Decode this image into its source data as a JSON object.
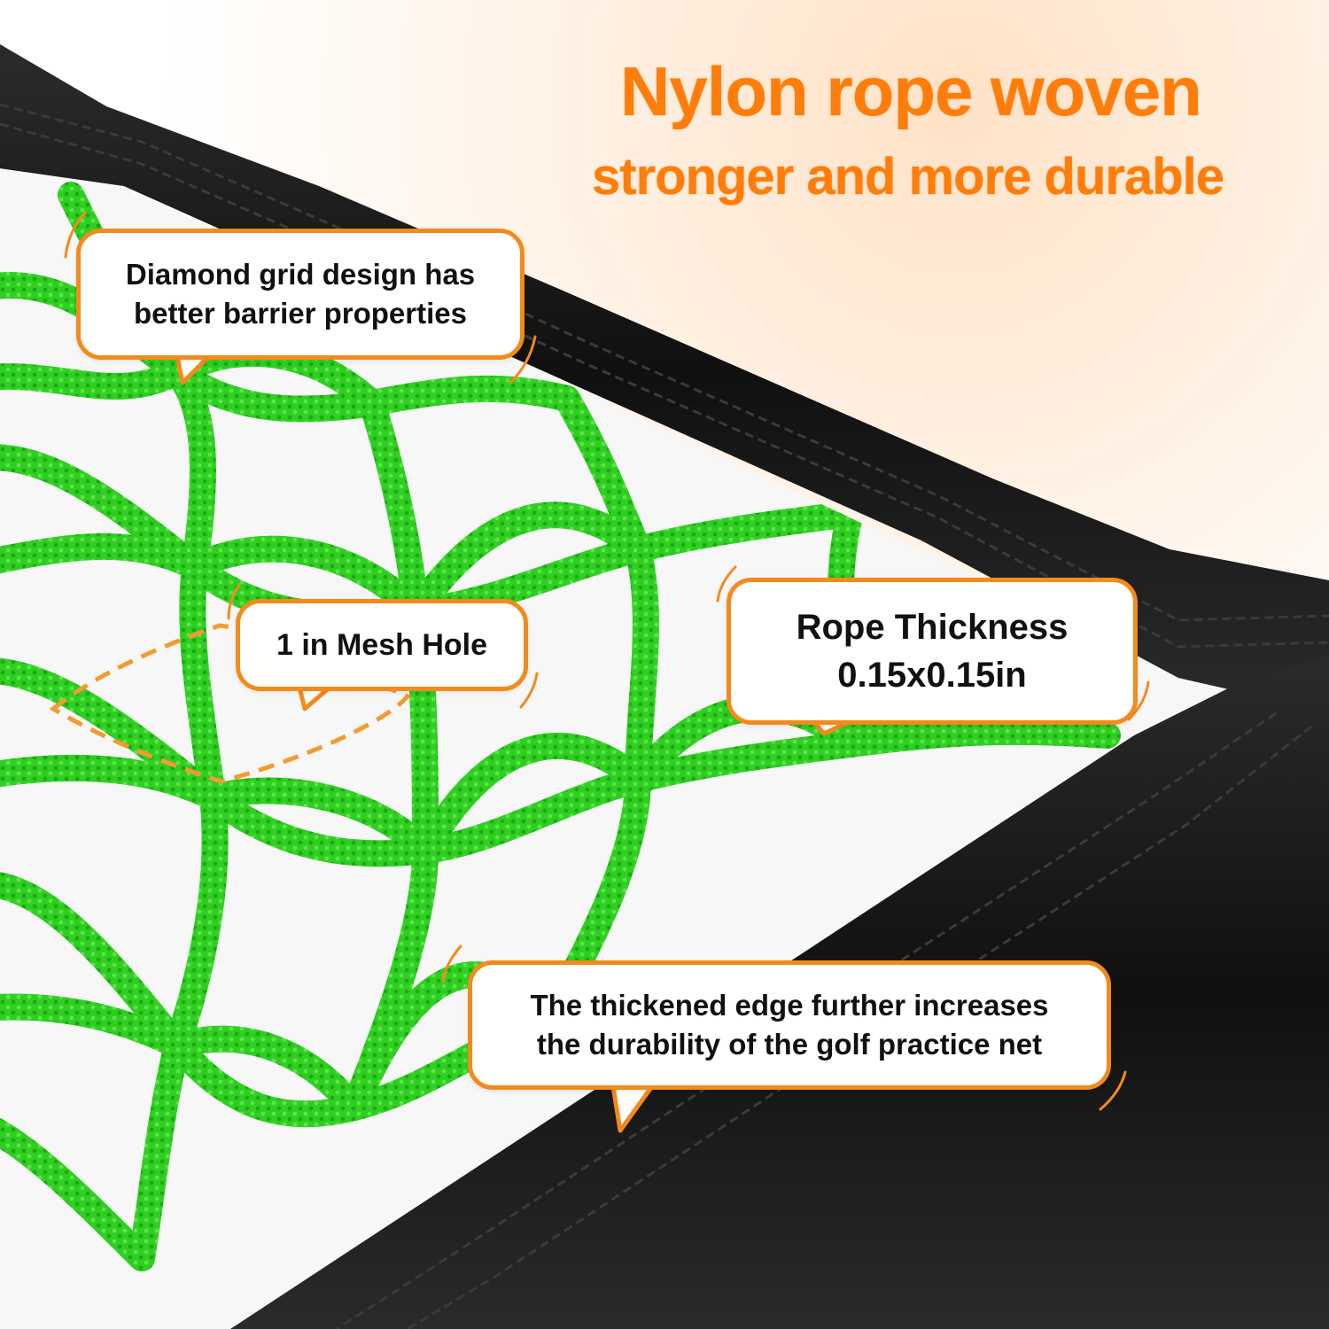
{
  "headline": {
    "line1": "Nylon rope woven",
    "line2": "stronger and more durable"
  },
  "callouts": {
    "diamond": "Diamond grid design has\nbetter barrier properties",
    "mesh": "1 in Mesh Hole",
    "rope": "Rope Thickness\n0.15x0.15in",
    "edge": "The thickened edge further increases\nthe durability of the golf practice net"
  },
  "colors": {
    "accent": "#ff7d0a",
    "net": "#2cc21f",
    "edge_binding": "#151515"
  }
}
